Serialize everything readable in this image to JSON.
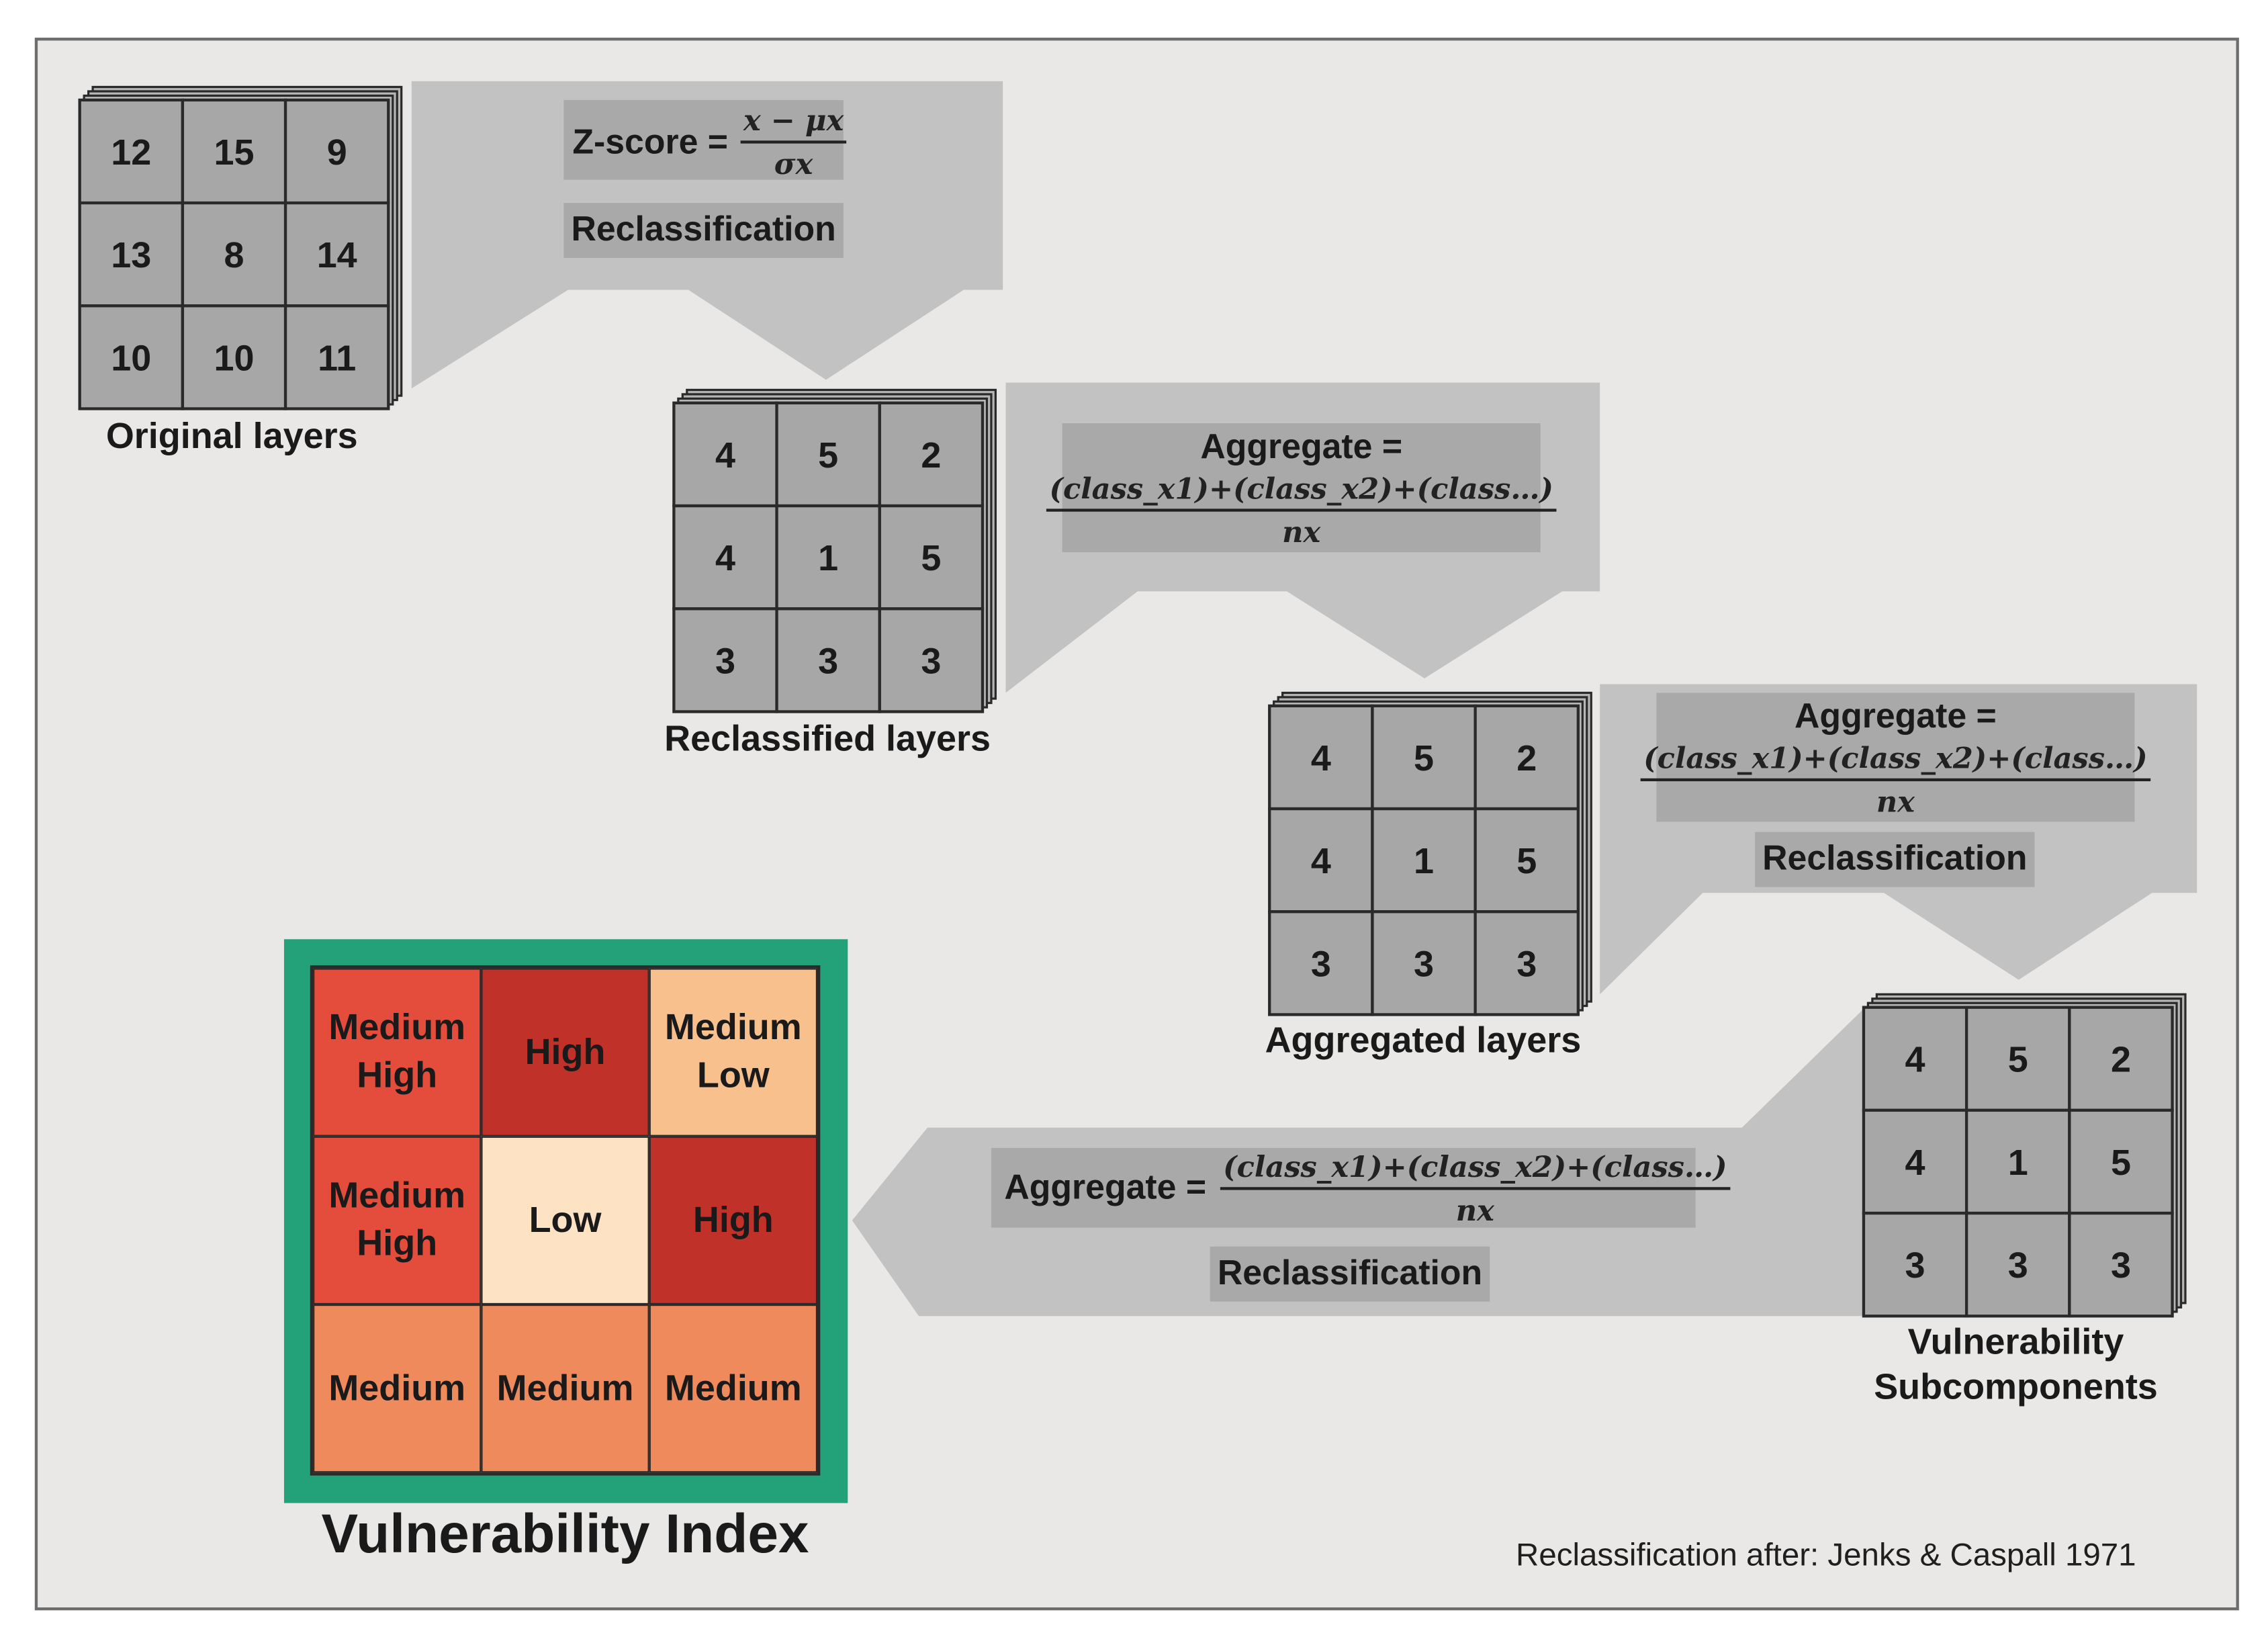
{
  "steps": {
    "zscore": {
      "label": "Z-score =",
      "numerator": "x − μx",
      "denominator": "σx"
    },
    "reclassification_1": "Reclassification",
    "aggregate_1": {
      "label": "Aggregate =",
      "numerator": "(class_x1)+(class_x2)+(class…)",
      "denominator": "nx"
    },
    "aggregate_2": {
      "label": "Aggregate =",
      "numerator": "(class_x1)+(class_x2)+(class…)",
      "denominator": "nx"
    },
    "reclassification_2": "Reclassification",
    "aggregate_3": {
      "label": "Aggregate =",
      "numerator": "(class_x1)+(class_x2)+(class…)",
      "denominator": "nx"
    },
    "reclassification_3": "Reclassification"
  },
  "grids": [
    {
      "caption": "Original layers",
      "cells": [
        "12",
        "15",
        "9",
        "13",
        "8",
        "14",
        "10",
        "10",
        "11"
      ]
    },
    {
      "caption": "Reclassified layers",
      "cells": [
        "4",
        "5",
        "2",
        "4",
        "1",
        "5",
        "3",
        "3",
        "3"
      ]
    },
    {
      "caption": "Aggregated layers",
      "cells": [
        "4",
        "5",
        "2",
        "4",
        "1",
        "5",
        "3",
        "3",
        "3"
      ]
    },
    {
      "caption_line1": "Vulnerability",
      "caption_line2": "Subcomponents",
      "cells": [
        "4",
        "5",
        "2",
        "4",
        "1",
        "5",
        "3",
        "3",
        "3"
      ]
    }
  ],
  "index": {
    "title": "Vulnerability Index",
    "frame_color": "#23a27a",
    "cells": [
      {
        "line1": "Medium",
        "line2": "High",
        "color": "#e44c3b"
      },
      {
        "line1": "High",
        "line2": "",
        "color": "#c0312a"
      },
      {
        "line1": "Medium",
        "line2": "Low",
        "color": "#f7c08c"
      },
      {
        "line1": "Medium",
        "line2": "High",
        "color": "#e44c3b"
      },
      {
        "line1": "Low",
        "line2": "",
        "color": "#fde2c4"
      },
      {
        "line1": "High",
        "line2": "",
        "color": "#c0312a"
      },
      {
        "line1": "Medium",
        "line2": "",
        "color": "#ef8a5d"
      },
      {
        "line1": "Medium",
        "line2": "",
        "color": "#ef8a5d"
      },
      {
        "line1": "Medium",
        "line2": "",
        "color": "#ef8a5d"
      }
    ]
  },
  "footnote": "Reclassification after: Jenks & Caspall 1971",
  "colors": {
    "background": "#e9e8e7",
    "arrow": "#c2c2c2",
    "cell": "#a7a7a7",
    "label_box": "#a9a9a9"
  }
}
